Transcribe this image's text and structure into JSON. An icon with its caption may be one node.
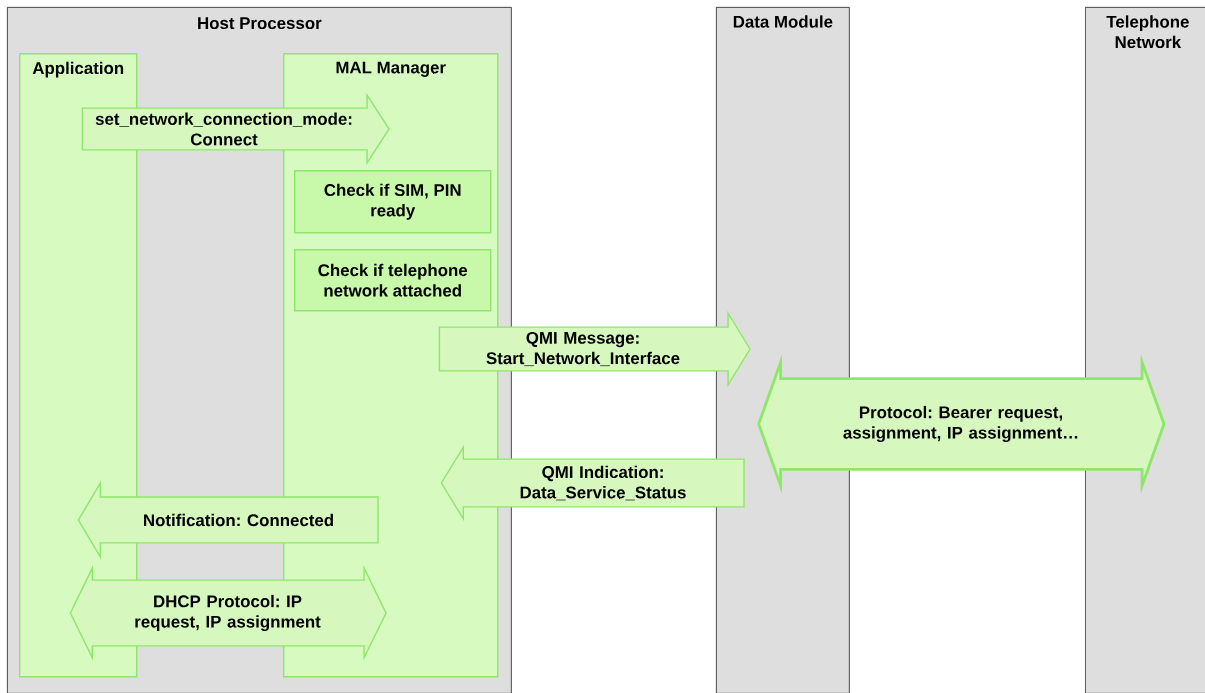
{
  "diagram": {
    "nodes": [
      {
        "text": [
          "Host Processor"
        ]
      },
      {
        "text": [
          "Application"
        ],
        "in": 0
      },
      {
        "text": [
          "MAL Manager"
        ],
        "in": 0
      },
      {
        "text": [
          "Check if SIM, PIN ready"
        ],
        "in": 2
      },
      {
        "text": [
          "Check if telephone network attached"
        ],
        "in": 2
      },
      {
        "text": [
          "Data Module"
        ]
      },
      {
        "text": [
          "Telephone Network"
        ]
      }
    ],
    "edges": [
      {
        "from": 1,
        "to": 2,
        "arrow": "to",
        "label": "set_network_connection_mode: Connect"
      },
      {
        "from": 2,
        "to": 5,
        "arrow": "to",
        "label": "QMI Message: Start_Network_Interface"
      },
      {
        "from": 5,
        "to": 6,
        "arrow": "both",
        "style": "thick",
        "label": "Protocol: Bearer request, assignment, IP assignment…"
      },
      {
        "from": 5,
        "to": 2,
        "arrow": "to",
        "label": "QMI Indication: Data_Service_Status"
      },
      {
        "from": 2,
        "to": 1,
        "arrow": "to",
        "label": "Notification: Connected"
      },
      {
        "from": 1,
        "to": 2,
        "arrow": "both",
        "label": "DHCP Protocol: IP request, IP assignment"
      }
    ]
  }
}
